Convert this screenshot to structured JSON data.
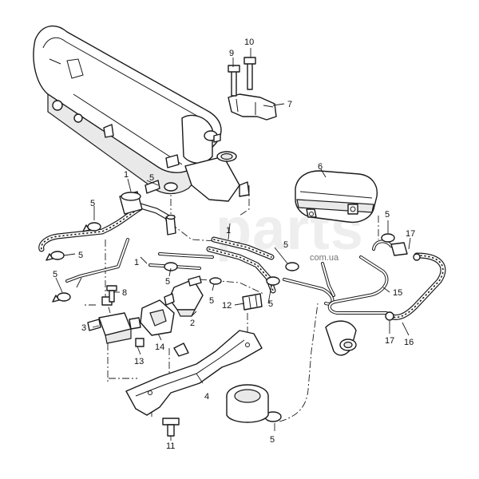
{
  "callouts": {
    "c1a": "1",
    "c1b": "1",
    "c1c": "1",
    "c2": "2",
    "c3": "3",
    "c4": "4",
    "c5a": "5",
    "c5b": "5",
    "c5c": "5",
    "c5d": "5",
    "c5e": "5",
    "c5f": "5",
    "c5g": "5",
    "c5h": "5",
    "c5i": "5",
    "c6": "6",
    "c7": "7",
    "c8": "8",
    "c9": "9",
    "c10": "10",
    "c11": "11",
    "c12": "12",
    "c13": "13",
    "c14": "14",
    "c15": "15",
    "c16": "16",
    "c17a": "17",
    "c17b": "17"
  },
  "watermark": {
    "brand": "parts",
    "domain": "com.ua"
  },
  "colors": {
    "line": "#1a1a1a",
    "background": "#ffffff",
    "watermark": "#cfcfcf"
  }
}
